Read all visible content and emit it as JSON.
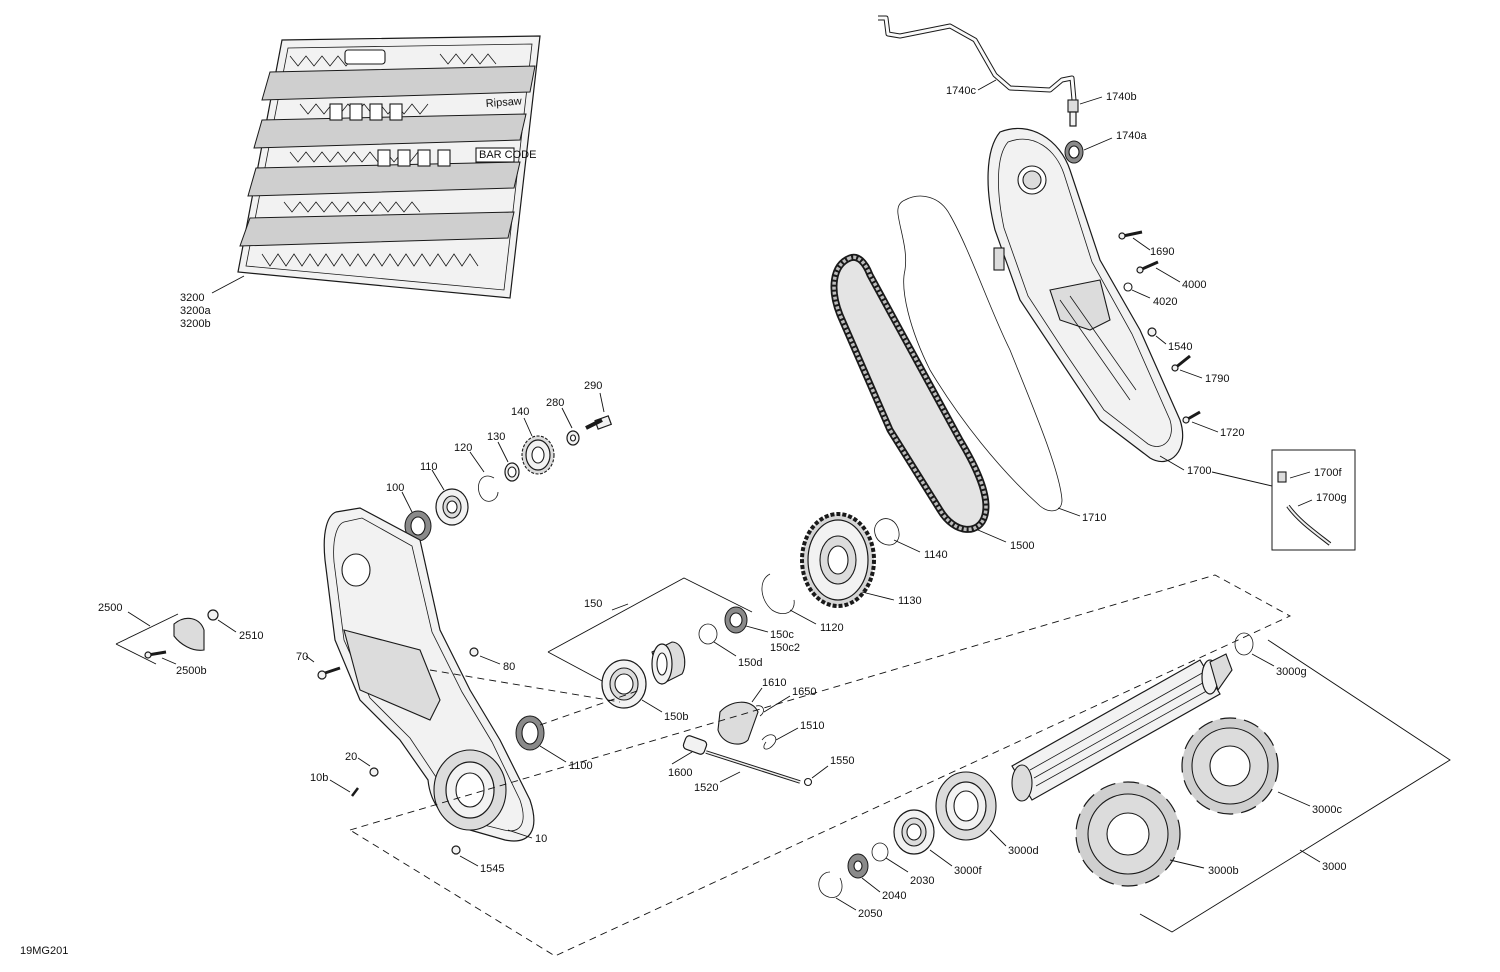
{
  "diagram_code": "19MG201",
  "callouts": {
    "c3200": "3200",
    "c3200a": "3200a",
    "c3200b": "3200b",
    "c1740c": "1740c",
    "c1740b": "1740b",
    "c1740a": "1740a",
    "c1690": "1690",
    "c4000": "4000",
    "c4020": "4020",
    "c1540": "1540",
    "c1790": "1790",
    "c1720": "1720",
    "c1700": "1700",
    "c1700f": "1700f",
    "c1700g": "1700g",
    "c1710": "1710",
    "c1500": "1500",
    "c290": "290",
    "c280": "280",
    "c140": "140",
    "c130": "130",
    "c120": "120",
    "c110": "110",
    "c100": "100",
    "c1140": "1140",
    "c1130": "1130",
    "c1120": "1120",
    "c150": "150",
    "c150c": "150c",
    "c150c2": "150c2",
    "c150d": "150d",
    "c150b": "150b",
    "c2500": "2500",
    "c2510": "2510",
    "c2500b": "2500b",
    "c70": "70",
    "c80": "80",
    "c20": "20",
    "c10b": "10b",
    "c10": "10",
    "c1545": "1545",
    "c1100": "1100",
    "c1610": "1610",
    "c1650": "1650",
    "c1510": "1510",
    "c1600": "1600",
    "c1520": "1520",
    "c1550": "1550",
    "c3000g": "3000g",
    "c3000c": "3000c",
    "c3000d": "3000d",
    "c3000f": "3000f",
    "c3000b": "3000b",
    "c3000": "3000",
    "c2030": "2030",
    "c2040": "2040",
    "c2050": "2050"
  },
  "track_labels": {
    "brand": "Ripsaw",
    "barcode": "BAR CODE"
  }
}
